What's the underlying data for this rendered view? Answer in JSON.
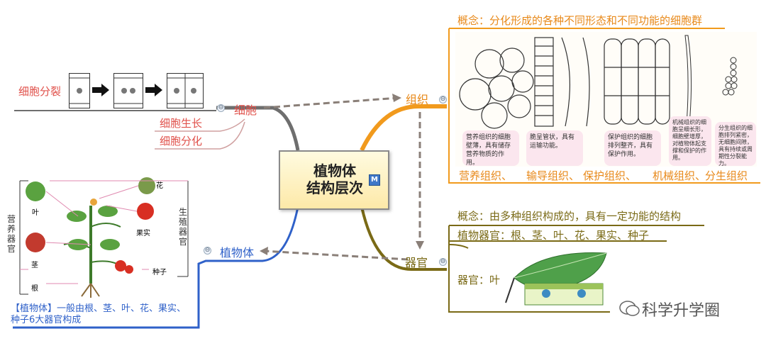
{
  "center": {
    "line1": "植物体",
    "line2": "结构层次",
    "badge": "M"
  },
  "cell": {
    "title": "细胞",
    "division": "细胞分裂",
    "growth": "细胞生长",
    "differentiation": "细胞分化"
  },
  "tissue": {
    "title": "组织",
    "concept": "概念：分化形成的各种不同形态和不同功能的细胞群",
    "captions": [
      "营养组织的细胞壁薄，具有储存营养物质的作用。",
      "脆呈管状，具有运输功能。",
      "保护组织的细胞排列整齐，具有保护作用。",
      "机械组织的细胞呈细长形，细胞壁增厚，对植物体起支撑和保护的作用。",
      "分生组织的细胞排列紧密，无细胞间隙，具有持续或周期性分裂能力。"
    ],
    "names": [
      "营养组织、",
      "输导组织、",
      "保护组织、",
      "机械组织、",
      "分生组织"
    ]
  },
  "organ": {
    "title": "器官",
    "concept": "概念：由多种组织构成的，具有一定功能的结构",
    "plant_organs": "植物器官：根、茎、叶、花、果实、种子",
    "leaf_label": "器官：叶"
  },
  "plant": {
    "title": "植物体",
    "labels": {
      "flower": "花",
      "leaf": "叶",
      "fruit": "果实",
      "stem": "茎",
      "seed": "种子",
      "root": "根"
    },
    "vegetative": "营养器官",
    "reproductive": "生殖器官",
    "desc": "【植物体】一般由根、茎、叶、花、果实、种子6大器官构成"
  },
  "watermark": "科学升学圈",
  "colors": {
    "cell": "#e0504a",
    "plant": "#2f61c9",
    "tissue": "#e8891a",
    "organ": "#7a6a16"
  }
}
